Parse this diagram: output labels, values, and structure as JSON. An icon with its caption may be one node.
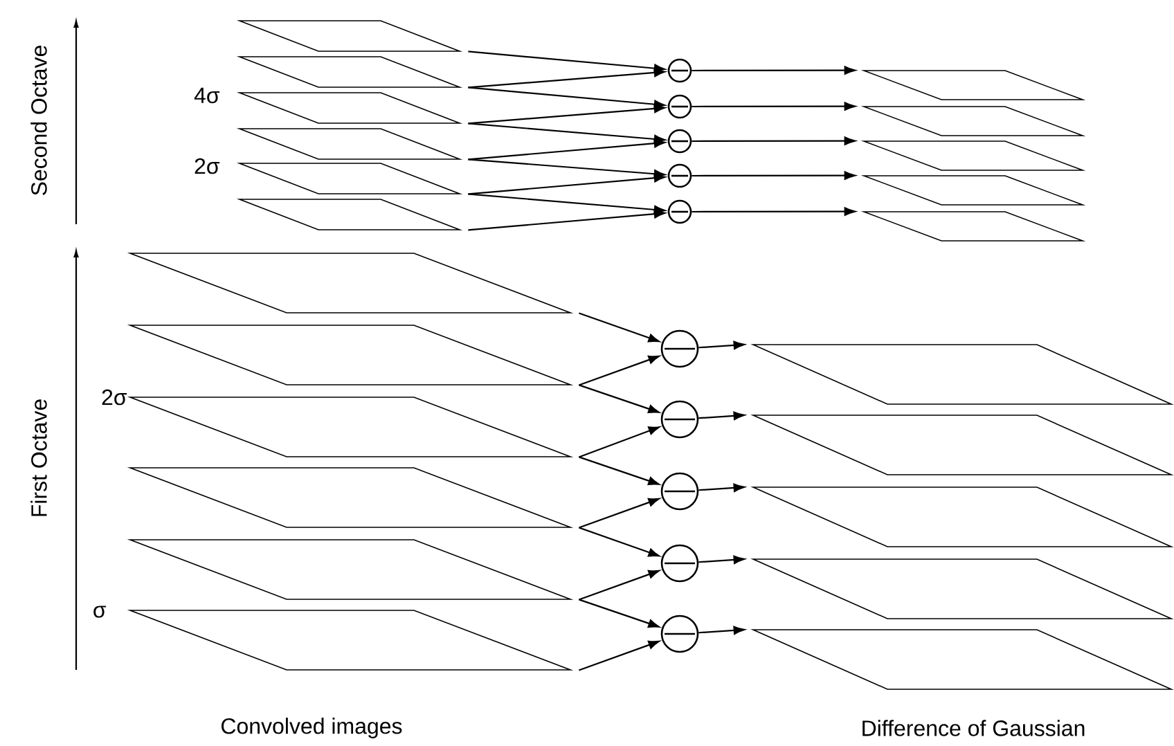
{
  "diagram": {
    "nodes": [
      {
        "text": [],
        "shape": "parallelogram"
      },
      {
        "text": [],
        "shape": "parallelogram"
      },
      {
        "text": [],
        "shape": "parallelogram"
      },
      {
        "text": [],
        "shape": "parallelogram"
      },
      {
        "text": [],
        "shape": "parallelogram"
      },
      {
        "text": [],
        "shape": "parallelogram"
      },
      {
        "text": [],
        "shape": "circle"
      },
      {
        "text": [],
        "shape": "circle"
      },
      {
        "text": [],
        "shape": "circle"
      },
      {
        "text": [],
        "shape": "circle"
      },
      {
        "text": [],
        "shape": "circle"
      },
      {
        "text": [],
        "shape": "parallelogram"
      },
      {
        "text": [],
        "shape": "parallelogram"
      },
      {
        "text": [],
        "shape": "parallelogram"
      },
      {
        "text": [],
        "shape": "parallelogram"
      },
      {
        "text": [],
        "shape": "parallelogram"
      },
      {
        "text": [],
        "shape": "parallelogram"
      },
      {
        "text": [],
        "shape": "parallelogram"
      },
      {
        "text": [],
        "shape": "parallelogram"
      },
      {
        "text": [],
        "shape": "parallelogram"
      },
      {
        "text": [],
        "shape": "parallelogram"
      },
      {
        "text": [],
        "shape": "parallelogram"
      },
      {
        "text": [],
        "shape": "circle"
      },
      {
        "text": [],
        "shape": "circle"
      },
      {
        "text": [],
        "shape": "circle"
      },
      {
        "text": [],
        "shape": "circle"
      },
      {
        "text": [],
        "shape": "circle"
      },
      {
        "text": [],
        "shape": "parallelogram"
      },
      {
        "text": [],
        "shape": "parallelogram"
      },
      {
        "text": [],
        "shape": "parallelogram"
      },
      {
        "text": [],
        "shape": "parallelogram"
      },
      {
        "text": [],
        "shape": "parallelogram"
      }
    ],
    "edges": [
      {
        "from": 0,
        "to": 6,
        "arrow": "to"
      },
      {
        "from": 1,
        "to": 6,
        "arrow": "to"
      },
      {
        "from": 6,
        "to": 11,
        "arrow": "to"
      },
      {
        "from": 1,
        "to": 7,
        "arrow": "to"
      },
      {
        "from": 2,
        "to": 7,
        "arrow": "to"
      },
      {
        "from": 7,
        "to": 12,
        "arrow": "to"
      },
      {
        "from": 2,
        "to": 8,
        "arrow": "to"
      },
      {
        "from": 3,
        "to": 8,
        "arrow": "to"
      },
      {
        "from": 8,
        "to": 13,
        "arrow": "to"
      },
      {
        "from": 3,
        "to": 9,
        "arrow": "to"
      },
      {
        "from": 4,
        "to": 9,
        "arrow": "to"
      },
      {
        "from": 9,
        "to": 14,
        "arrow": "to"
      },
      {
        "from": 4,
        "to": 10,
        "arrow": "to"
      },
      {
        "from": 5,
        "to": 10,
        "arrow": "to"
      },
      {
        "from": 10,
        "to": 15,
        "arrow": "to"
      },
      {
        "from": 16,
        "to": 22,
        "arrow": "to"
      },
      {
        "from": 17,
        "to": 22,
        "arrow": "to"
      },
      {
        "from": 22,
        "to": 27,
        "arrow": "to"
      },
      {
        "from": 17,
        "to": 23,
        "arrow": "to"
      },
      {
        "from": 18,
        "to": 23,
        "arrow": "to"
      },
      {
        "from": 23,
        "to": 28,
        "arrow": "to"
      },
      {
        "from": 18,
        "to": 24,
        "arrow": "to"
      },
      {
        "from": 19,
        "to": 24,
        "arrow": "to"
      },
      {
        "from": 24,
        "to": 29,
        "arrow": "to"
      },
      {
        "from": 19,
        "to": 25,
        "arrow": "to"
      },
      {
        "from": 20,
        "to": 25,
        "arrow": "to"
      },
      {
        "from": 25,
        "to": 30,
        "arrow": "to"
      },
      {
        "from": 20,
        "to": 26,
        "arrow": "to"
      },
      {
        "from": 21,
        "to": 26,
        "arrow": "to"
      },
      {
        "from": 26,
        "to": 31,
        "arrow": "to"
      }
    ],
    "labels": [
      "Second Octave",
      "4σ",
      "2σ",
      "First Octave",
      "2σ",
      "σ",
      "Convolved images",
      "Difference of Gaussian"
    ]
  }
}
